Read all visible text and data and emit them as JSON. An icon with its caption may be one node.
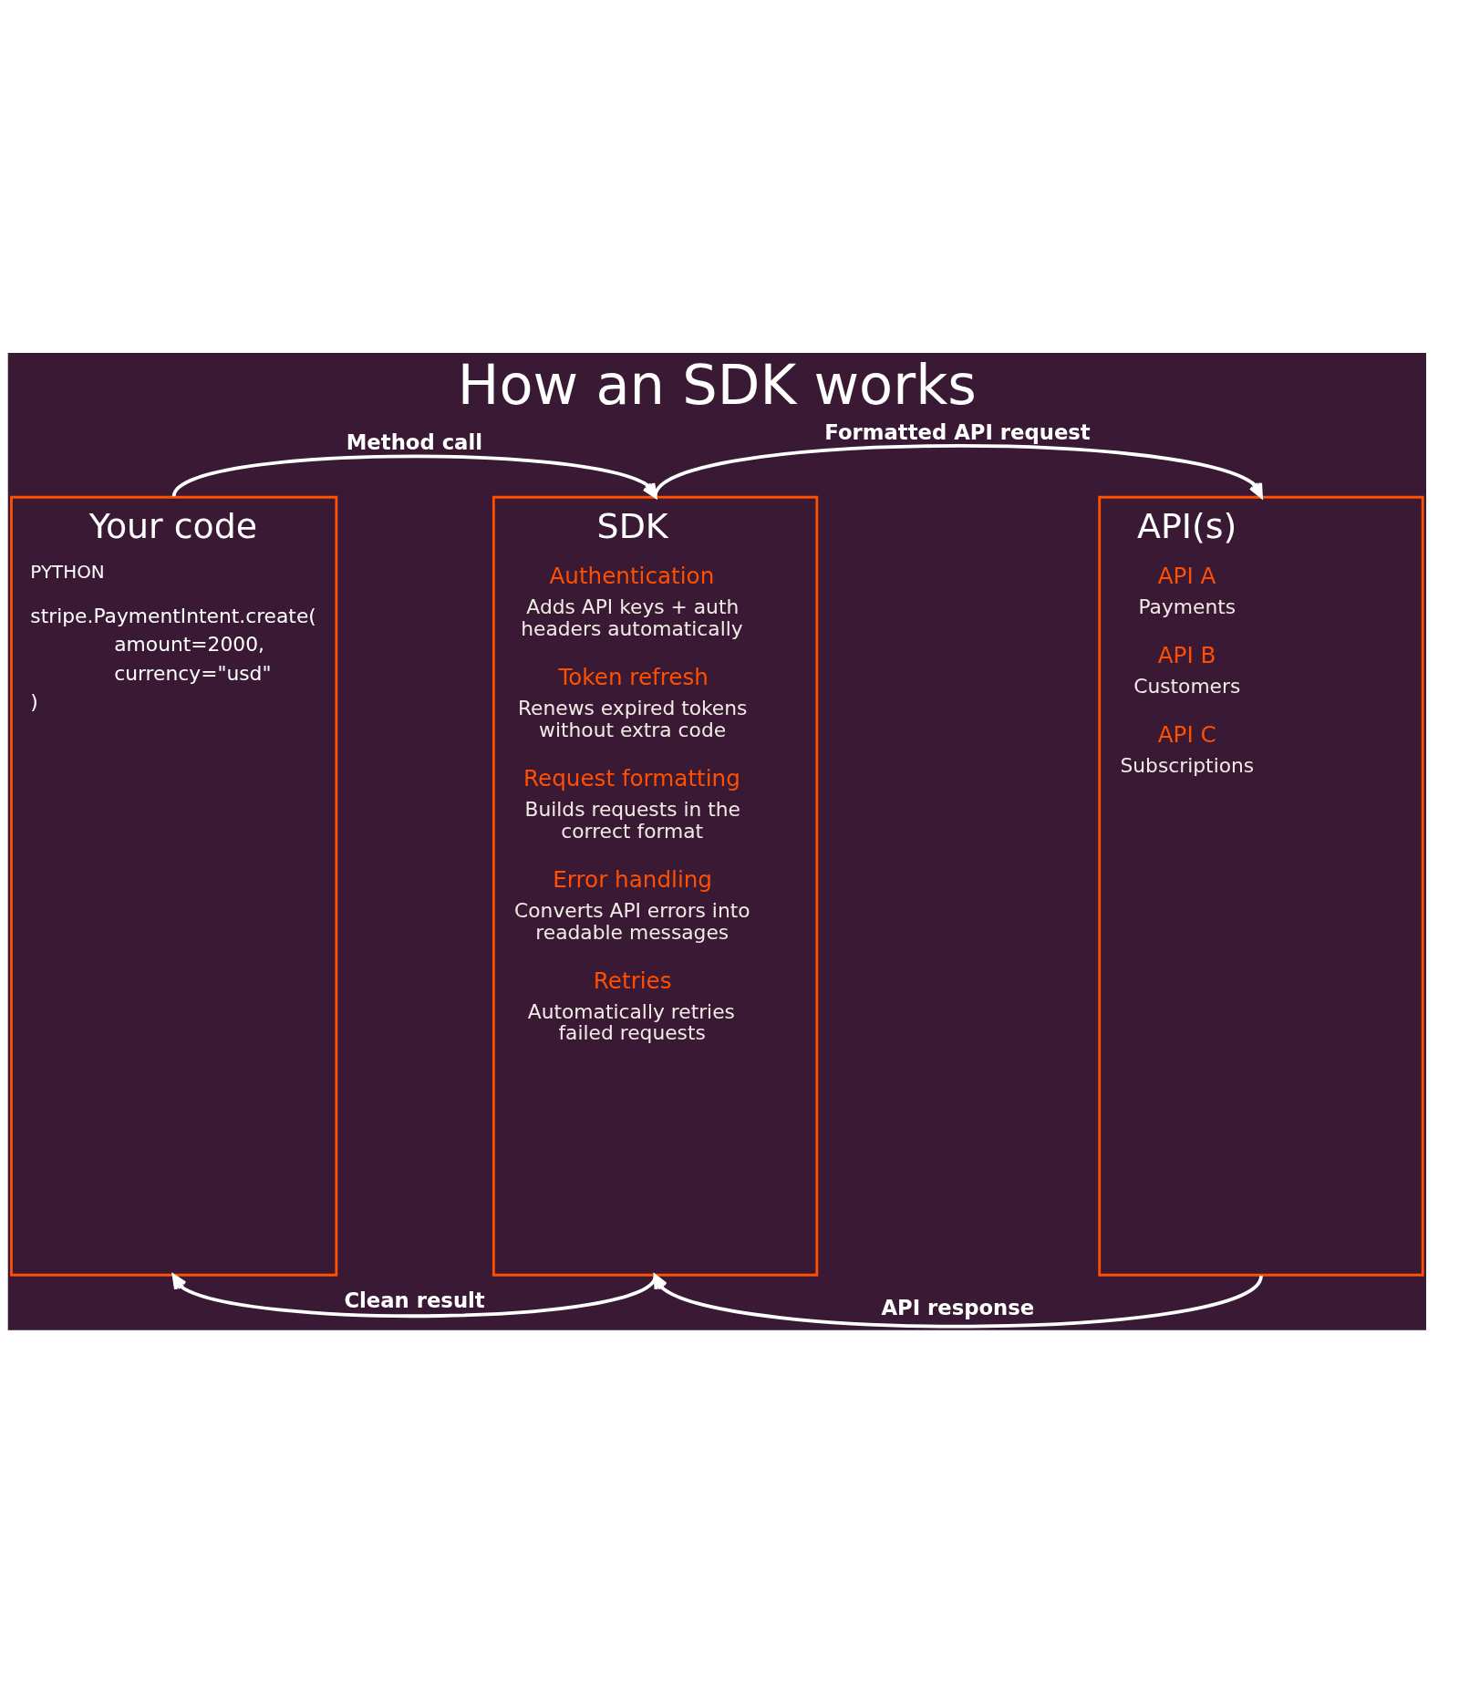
{
  "diagram": {
    "title": "How an SDK works",
    "nodes": [
      {
        "text": [
          "Your code",
          "PYTHON",
          "stripe.PaymentIntent.create(",
          "amount=2000,",
          "currency=\"usd\"",
          ")"
        ]
      },
      {
        "text": [
          "SDK",
          "Authentication",
          "Adds API keys + auth headers automatically",
          "Token refresh",
          "Renews expired tokens without extra code",
          "Request formatting",
          "Builds requests in the correct format",
          "Error handling",
          "Converts API errors into readable messages",
          "Retries",
          "Automatically retries failed requests"
        ]
      },
      {
        "text": [
          "API(s)",
          "API A",
          "Payments",
          "API B",
          "Customers",
          "API C",
          "Subscriptions"
        ]
      }
    ],
    "edges": [
      {
        "from": 0,
        "to": 1,
        "arrow": "to",
        "label": "Method call"
      },
      {
        "from": 1,
        "to": 2,
        "arrow": "to",
        "label": "Formatted API request"
      },
      {
        "from": 1,
        "to": 0,
        "arrow": "to",
        "label": "Clean result"
      },
      {
        "from": 2,
        "to": 1,
        "arrow": "to",
        "label": "API response"
      }
    ]
  }
}
